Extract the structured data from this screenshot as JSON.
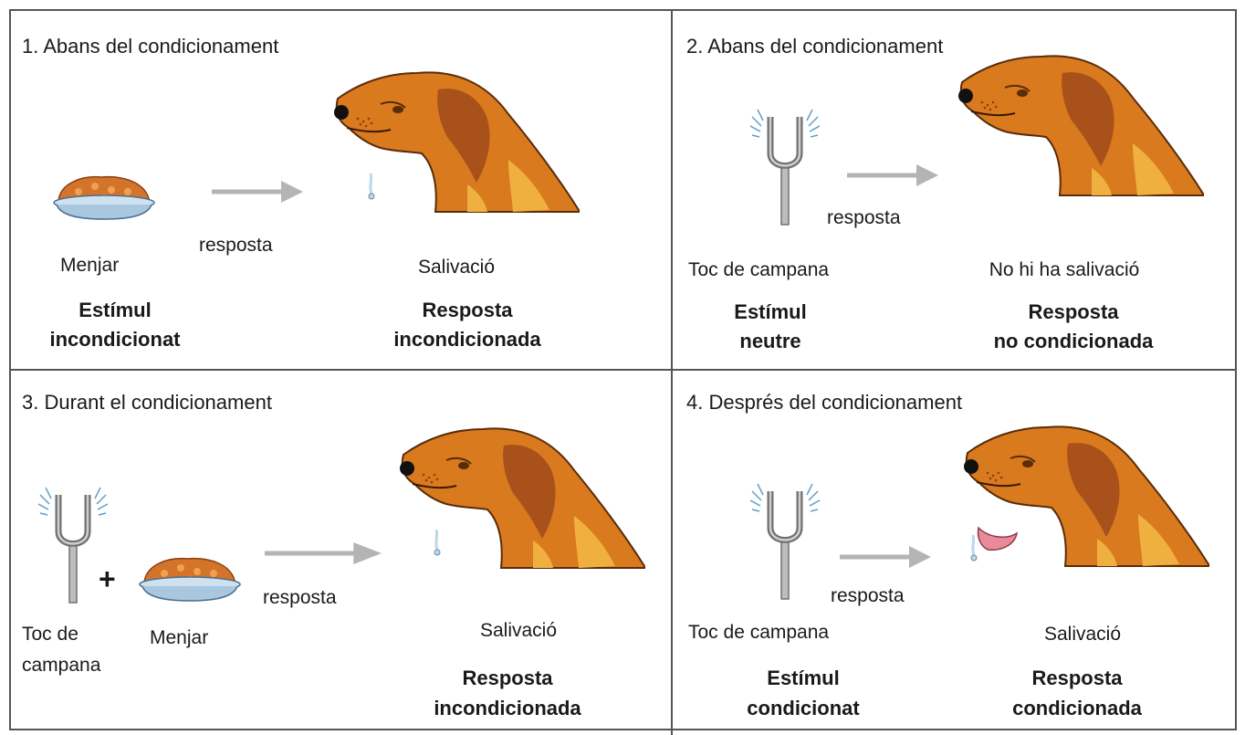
{
  "panels": [
    {
      "title": "1. Abans del condicionament",
      "stimulus_label": "Menjar",
      "arrow_label": "resposta",
      "response_label": "Salivació",
      "stimulus_type_line1": "Estímul",
      "stimulus_type_line2": "incondicionat",
      "response_type_line1": "Resposta",
      "response_type_line2": "incondicionada"
    },
    {
      "title": "2. Abans del condicionament",
      "stimulus_label": "Toc de campana",
      "arrow_label": "resposta",
      "response_label": "No hi ha salivació",
      "stimulus_type_line1": "Estímul",
      "stimulus_type_line2": "neutre",
      "response_type_line1": "Resposta",
      "response_type_line2": "no condicionada"
    },
    {
      "title": "3. Durant el condicionament",
      "stimulus_label_line1": "Toc de",
      "stimulus_label_line2": "campana",
      "plus": "+",
      "food_label": "Menjar",
      "arrow_label": "resposta",
      "response_label": "Salivació",
      "response_type_line1": "Resposta",
      "response_type_line2": "incondicionada"
    },
    {
      "title": "4. Després del condicionament",
      "stimulus_label": "Toc de campana",
      "arrow_label": "resposta",
      "response_label": "Salivació",
      "stimulus_type_line1": "Estímul",
      "stimulus_type_line2": "condicionat",
      "response_type_line1": "Resposta",
      "response_type_line2": "condicionada"
    }
  ],
  "colors": {
    "border": "#555555",
    "dog_fur": "#d97a1e",
    "dog_shadow": "#a8511a",
    "dog_light": "#f0b040",
    "arrow": "#b4b4b4",
    "bowl": "#a9c8e0",
    "food": "#d4742a",
    "tuning_fork": "#9a9a9a",
    "vibration": "#5b9fc7"
  },
  "icons": [
    "dog-head-icon",
    "food-bowl-icon",
    "tuning-fork-icon",
    "arrow-icon",
    "plus-icon"
  ]
}
